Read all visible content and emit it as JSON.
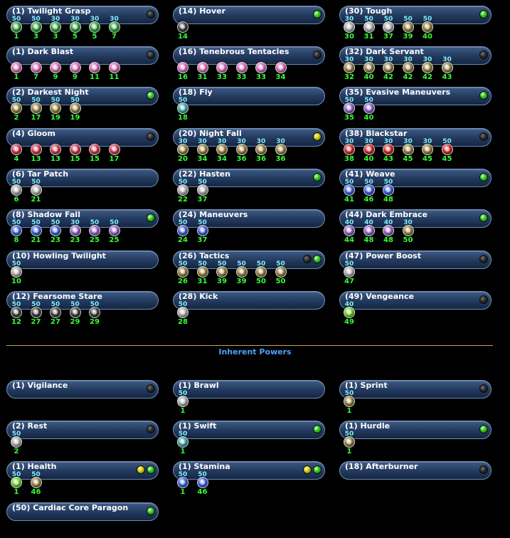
{
  "section_title": "Inherent Powers",
  "colors": {
    "vampire": "#c8324a",
    "green": "#2e9a3a",
    "gold": "#8c7a3e",
    "silver": "#a6a6a6",
    "purple": "#8a5cc0",
    "blue": "#3a5ad8",
    "teal": "#3aa0a0",
    "pink": "#d06ab0",
    "red": "#cc2222",
    "dark": "#3a3a3a",
    "lime": "#66cc22"
  },
  "powers": [
    {
      "id": "twilight-grasp",
      "title": "(1) Twilight Grasp",
      "col": 0,
      "row": 0,
      "dots": [
        "empty"
      ],
      "slots": [
        {
          "lvl": "50",
          "pl": "1",
          "c": "green"
        },
        {
          "lvl": "50",
          "pl": "3",
          "c": "green"
        },
        {
          "lvl": "30",
          "pl": "3",
          "c": "green"
        },
        {
          "lvl": "30",
          "pl": "5",
          "c": "green"
        },
        {
          "lvl": "30",
          "pl": "5",
          "c": "green"
        },
        {
          "lvl": "30",
          "pl": "7",
          "c": "green"
        }
      ]
    },
    {
      "id": "dark-blast",
      "title": "(1) Dark Blast",
      "col": 0,
      "row": 1,
      "dots": [
        "empty"
      ],
      "slots": [
        {
          "lvl": "",
          "pl": "1",
          "c": "pink"
        },
        {
          "lvl": "",
          "pl": "7",
          "c": "pink"
        },
        {
          "lvl": "",
          "pl": "9",
          "c": "pink"
        },
        {
          "lvl": "",
          "pl": "9",
          "c": "pink"
        },
        {
          "lvl": "",
          "pl": "11",
          "c": "pink"
        },
        {
          "lvl": "",
          "pl": "11",
          "c": "pink"
        }
      ]
    },
    {
      "id": "darkest-night",
      "title": "(2) Darkest Night",
      "col": 0,
      "row": 2,
      "dots": [
        "green"
      ],
      "slots": [
        {
          "lvl": "50",
          "pl": "2",
          "c": "gold"
        },
        {
          "lvl": "50",
          "pl": "17",
          "c": "gold"
        },
        {
          "lvl": "50",
          "pl": "19",
          "c": "gold"
        },
        {
          "lvl": "50",
          "pl": "19",
          "c": "gold"
        }
      ]
    },
    {
      "id": "gloom",
      "title": "(4) Gloom",
      "col": 0,
      "row": 3,
      "dots": [
        "empty"
      ],
      "slots": [
        {
          "lvl": "",
          "pl": "4",
          "c": "vampire"
        },
        {
          "lvl": "",
          "pl": "13",
          "c": "vampire"
        },
        {
          "lvl": "",
          "pl": "13",
          "c": "vampire"
        },
        {
          "lvl": "",
          "pl": "15",
          "c": "vampire"
        },
        {
          "lvl": "",
          "pl": "15",
          "c": "vampire"
        },
        {
          "lvl": "",
          "pl": "17",
          "c": "vampire"
        }
      ]
    },
    {
      "id": "tar-patch",
      "title": "(6) Tar Patch",
      "col": 0,
      "row": 4,
      "dots": [],
      "slots": [
        {
          "lvl": "50",
          "pl": "6",
          "c": "silver"
        },
        {
          "lvl": "50",
          "pl": "21",
          "c": "silver"
        }
      ]
    },
    {
      "id": "shadow-fall",
      "title": "(8) Shadow Fall",
      "col": 0,
      "row": 5,
      "dots": [
        "green"
      ],
      "slots": [
        {
          "lvl": "50",
          "pl": "8",
          "c": "blue"
        },
        {
          "lvl": "50",
          "pl": "21",
          "c": "blue"
        },
        {
          "lvl": "50",
          "pl": "23",
          "c": "blue"
        },
        {
          "lvl": "30",
          "pl": "23",
          "c": "purple"
        },
        {
          "lvl": "50",
          "pl": "25",
          "c": "purple"
        },
        {
          "lvl": "50",
          "pl": "25",
          "c": "purple"
        }
      ]
    },
    {
      "id": "howling-twilight",
      "title": "(10) Howling Twilight",
      "col": 0,
      "row": 6,
      "dots": [],
      "slots": [
        {
          "lvl": "50",
          "pl": "10",
          "c": "silver"
        }
      ]
    },
    {
      "id": "fearsome-stare",
      "title": "(12) Fearsome Stare",
      "col": 0,
      "row": 7,
      "dots": [],
      "slots": [
        {
          "lvl": "50",
          "pl": "12",
          "c": "dark"
        },
        {
          "lvl": "50",
          "pl": "27",
          "c": "dark"
        },
        {
          "lvl": "50",
          "pl": "27",
          "c": "dark"
        },
        {
          "lvl": "50",
          "pl": "29",
          "c": "dark"
        },
        {
          "lvl": "50",
          "pl": "29",
          "c": "dark"
        }
      ]
    },
    {
      "id": "hover",
      "title": "(14) Hover",
      "col": 1,
      "row": 0,
      "dots": [
        "green"
      ],
      "slots": [
        {
          "lvl": "",
          "pl": "14",
          "c": "dark"
        }
      ]
    },
    {
      "id": "tenebrous-tentacles",
      "title": "(16) Tenebrous Tentacles",
      "col": 1,
      "row": 1,
      "dots": [
        "empty"
      ],
      "slots": [
        {
          "lvl": "",
          "pl": "16",
          "c": "pink"
        },
        {
          "lvl": "",
          "pl": "31",
          "c": "pink"
        },
        {
          "lvl": "",
          "pl": "33",
          "c": "pink"
        },
        {
          "lvl": "",
          "pl": "33",
          "c": "pink"
        },
        {
          "lvl": "",
          "pl": "33",
          "c": "pink"
        },
        {
          "lvl": "",
          "pl": "34",
          "c": "pink"
        }
      ]
    },
    {
      "id": "fly",
      "title": "(18) Fly",
      "col": 1,
      "row": 2,
      "dots": [],
      "slots": [
        {
          "lvl": "50",
          "pl": "18",
          "c": "teal"
        }
      ]
    },
    {
      "id": "night-fall",
      "title": "(20) Night Fall",
      "col": 1,
      "row": 3,
      "dots": [
        "yellow"
      ],
      "slots": [
        {
          "lvl": "30",
          "pl": "20",
          "c": "gold"
        },
        {
          "lvl": "30",
          "pl": "34",
          "c": "gold"
        },
        {
          "lvl": "30",
          "pl": "34",
          "c": "gold"
        },
        {
          "lvl": "30",
          "pl": "36",
          "c": "gold"
        },
        {
          "lvl": "30",
          "pl": "36",
          "c": "gold"
        },
        {
          "lvl": "30",
          "pl": "36",
          "c": "gold"
        }
      ]
    },
    {
      "id": "hasten",
      "title": "(22) Hasten",
      "col": 1,
      "row": 4,
      "dots": [
        "green"
      ],
      "slots": [
        {
          "lvl": "50",
          "pl": "22",
          "c": "silver"
        },
        {
          "lvl": "50",
          "pl": "37",
          "c": "silver"
        }
      ]
    },
    {
      "id": "maneuvers",
      "title": "(24) Maneuvers",
      "col": 1,
      "row": 5,
      "dots": [],
      "slots": [
        {
          "lvl": "50",
          "pl": "24",
          "c": "blue"
        },
        {
          "lvl": "50",
          "pl": "37",
          "c": "blue"
        }
      ]
    },
    {
      "id": "tactics",
      "title": "(26) Tactics",
      "col": 1,
      "row": 6,
      "dots": [
        "empty",
        "green"
      ],
      "slots": [
        {
          "lvl": "50",
          "pl": "26",
          "c": "gold"
        },
        {
          "lvl": "50",
          "pl": "31",
          "c": "gold"
        },
        {
          "lvl": "50",
          "pl": "39",
          "c": "gold"
        },
        {
          "lvl": "50",
          "pl": "39",
          "c": "gold"
        },
        {
          "lvl": "50",
          "pl": "50",
          "c": "gold"
        },
        {
          "lvl": "50",
          "pl": "50",
          "c": "gold"
        }
      ]
    },
    {
      "id": "kick",
      "title": "(28) Kick",
      "col": 1,
      "row": 7,
      "dots": [],
      "slots": [
        {
          "lvl": "50",
          "pl": "28",
          "c": "silver"
        }
      ]
    },
    {
      "id": "tough",
      "title": "(30) Tough",
      "col": 2,
      "row": 0,
      "dots": [
        "green"
      ],
      "slots": [
        {
          "lvl": "30",
          "pl": "30",
          "c": "silver"
        },
        {
          "lvl": "50",
          "pl": "31",
          "c": "silver"
        },
        {
          "lvl": "50",
          "pl": "37",
          "c": "silver"
        },
        {
          "lvl": "50",
          "pl": "39",
          "c": "gold"
        },
        {
          "lvl": "50",
          "pl": "40",
          "c": "gold"
        }
      ]
    },
    {
      "id": "dark-servant",
      "title": "(32) Dark Servant",
      "col": 2,
      "row": 1,
      "dots": [
        "empty"
      ],
      "slots": [
        {
          "lvl": "30",
          "pl": "32",
          "c": "gold"
        },
        {
          "lvl": "30",
          "pl": "40",
          "c": "gold"
        },
        {
          "lvl": "30",
          "pl": "42",
          "c": "gold"
        },
        {
          "lvl": "30",
          "pl": "42",
          "c": "gold"
        },
        {
          "lvl": "30",
          "pl": "42",
          "c": "gold"
        },
        {
          "lvl": "30",
          "pl": "43",
          "c": "gold"
        }
      ]
    },
    {
      "id": "evasive-maneuvers",
      "title": "(35) Evasive Maneuvers",
      "col": 2,
      "row": 2,
      "dots": [
        "green"
      ],
      "slots": [
        {
          "lvl": "50",
          "pl": "35",
          "c": "purple"
        },
        {
          "lvl": "50",
          "pl": "40",
          "c": "purple"
        }
      ]
    },
    {
      "id": "blackstar",
      "title": "(38) Blackstar",
      "col": 2,
      "row": 3,
      "dots": [
        "empty"
      ],
      "slots": [
        {
          "lvl": "30",
          "pl": "38",
          "c": "red"
        },
        {
          "lvl": "30",
          "pl": "40",
          "c": "red"
        },
        {
          "lvl": "30",
          "pl": "43",
          "c": "red"
        },
        {
          "lvl": "30",
          "pl": "45",
          "c": "gold"
        },
        {
          "lvl": "30",
          "pl": "45",
          "c": "gold"
        },
        {
          "lvl": "50",
          "pl": "45",
          "c": "red"
        }
      ]
    },
    {
      "id": "weave",
      "title": "(41) Weave",
      "col": 2,
      "row": 4,
      "dots": [
        "green"
      ],
      "slots": [
        {
          "lvl": "50",
          "pl": "41",
          "c": "blue"
        },
        {
          "lvl": "50",
          "pl": "46",
          "c": "blue"
        },
        {
          "lvl": "50",
          "pl": "48",
          "c": "blue"
        }
      ]
    },
    {
      "id": "dark-embrace",
      "title": "(44) Dark Embrace",
      "col": 2,
      "row": 5,
      "dots": [
        "green"
      ],
      "slots": [
        {
          "lvl": "40",
          "pl": "44",
          "c": "purple"
        },
        {
          "lvl": "40",
          "pl": "48",
          "c": "purple"
        },
        {
          "lvl": "40",
          "pl": "48",
          "c": "purple"
        },
        {
          "lvl": "30",
          "pl": "50",
          "c": "gold"
        }
      ]
    },
    {
      "id": "power-boost",
      "title": "(47) Power Boost",
      "col": 2,
      "row": 6,
      "dots": [
        "empty"
      ],
      "slots": [
        {
          "lvl": "50",
          "pl": "47",
          "c": "silver"
        }
      ]
    },
    {
      "id": "vengeance",
      "title": "(49) Vengeance",
      "col": 2,
      "row": 7,
      "dots": [
        "empty"
      ],
      "slots": [
        {
          "lvl": "40",
          "pl": "49",
          "c": "lime"
        }
      ]
    },
    {
      "id": "vigilance",
      "title": "(1) Vigilance",
      "col": 0,
      "row": 8,
      "dots": [
        "empty"
      ],
      "slots": []
    },
    {
      "id": "rest",
      "title": "(2) Rest",
      "col": 0,
      "row": 9,
      "dots": [
        "empty"
      ],
      "slots": [
        {
          "lvl": "50",
          "pl": "2",
          "c": "silver"
        }
      ]
    },
    {
      "id": "health",
      "title": "(1) Health",
      "col": 0,
      "row": 10,
      "dots": [
        "yellow",
        "green"
      ],
      "slots": [
        {
          "lvl": "50",
          "pl": "1",
          "c": "lime"
        },
        {
          "lvl": "50",
          "pl": "46",
          "c": "gold"
        }
      ]
    },
    {
      "id": "cardiac-core-paragon",
      "title": "(50) Cardiac Core Paragon",
      "col": 0,
      "row": 11,
      "dots": [
        "green"
      ],
      "slots": []
    },
    {
      "id": "brawl",
      "title": "(1) Brawl",
      "col": 1,
      "row": 8,
      "dots": [],
      "slots": [
        {
          "lvl": "50",
          "pl": "1",
          "c": "silver"
        }
      ]
    },
    {
      "id": "swift",
      "title": "(1) Swift",
      "col": 1,
      "row": 9,
      "dots": [
        "green"
      ],
      "slots": [
        {
          "lvl": "50",
          "pl": "1",
          "c": "teal"
        }
      ]
    },
    {
      "id": "stamina",
      "title": "(1) Stamina",
      "col": 1,
      "row": 10,
      "dots": [
        "yellow",
        "green"
      ],
      "slots": [
        {
          "lvl": "50",
          "pl": "1",
          "c": "blue"
        },
        {
          "lvl": "50",
          "pl": "46",
          "c": "blue"
        }
      ]
    },
    {
      "id": "sprint",
      "title": "(1) Sprint",
      "col": 2,
      "row": 8,
      "dots": [
        "empty"
      ],
      "slots": [
        {
          "lvl": "50",
          "pl": "1",
          "c": "gold"
        }
      ]
    },
    {
      "id": "hurdle",
      "title": "(1) Hurdle",
      "col": 2,
      "row": 9,
      "dots": [
        "green"
      ],
      "slots": [
        {
          "lvl": "50",
          "pl": "1",
          "c": "gold"
        }
      ]
    },
    {
      "id": "afterburner",
      "title": "(18) Afterburner",
      "col": 2,
      "row": 10,
      "dots": [
        "empty"
      ],
      "slots": []
    }
  ]
}
